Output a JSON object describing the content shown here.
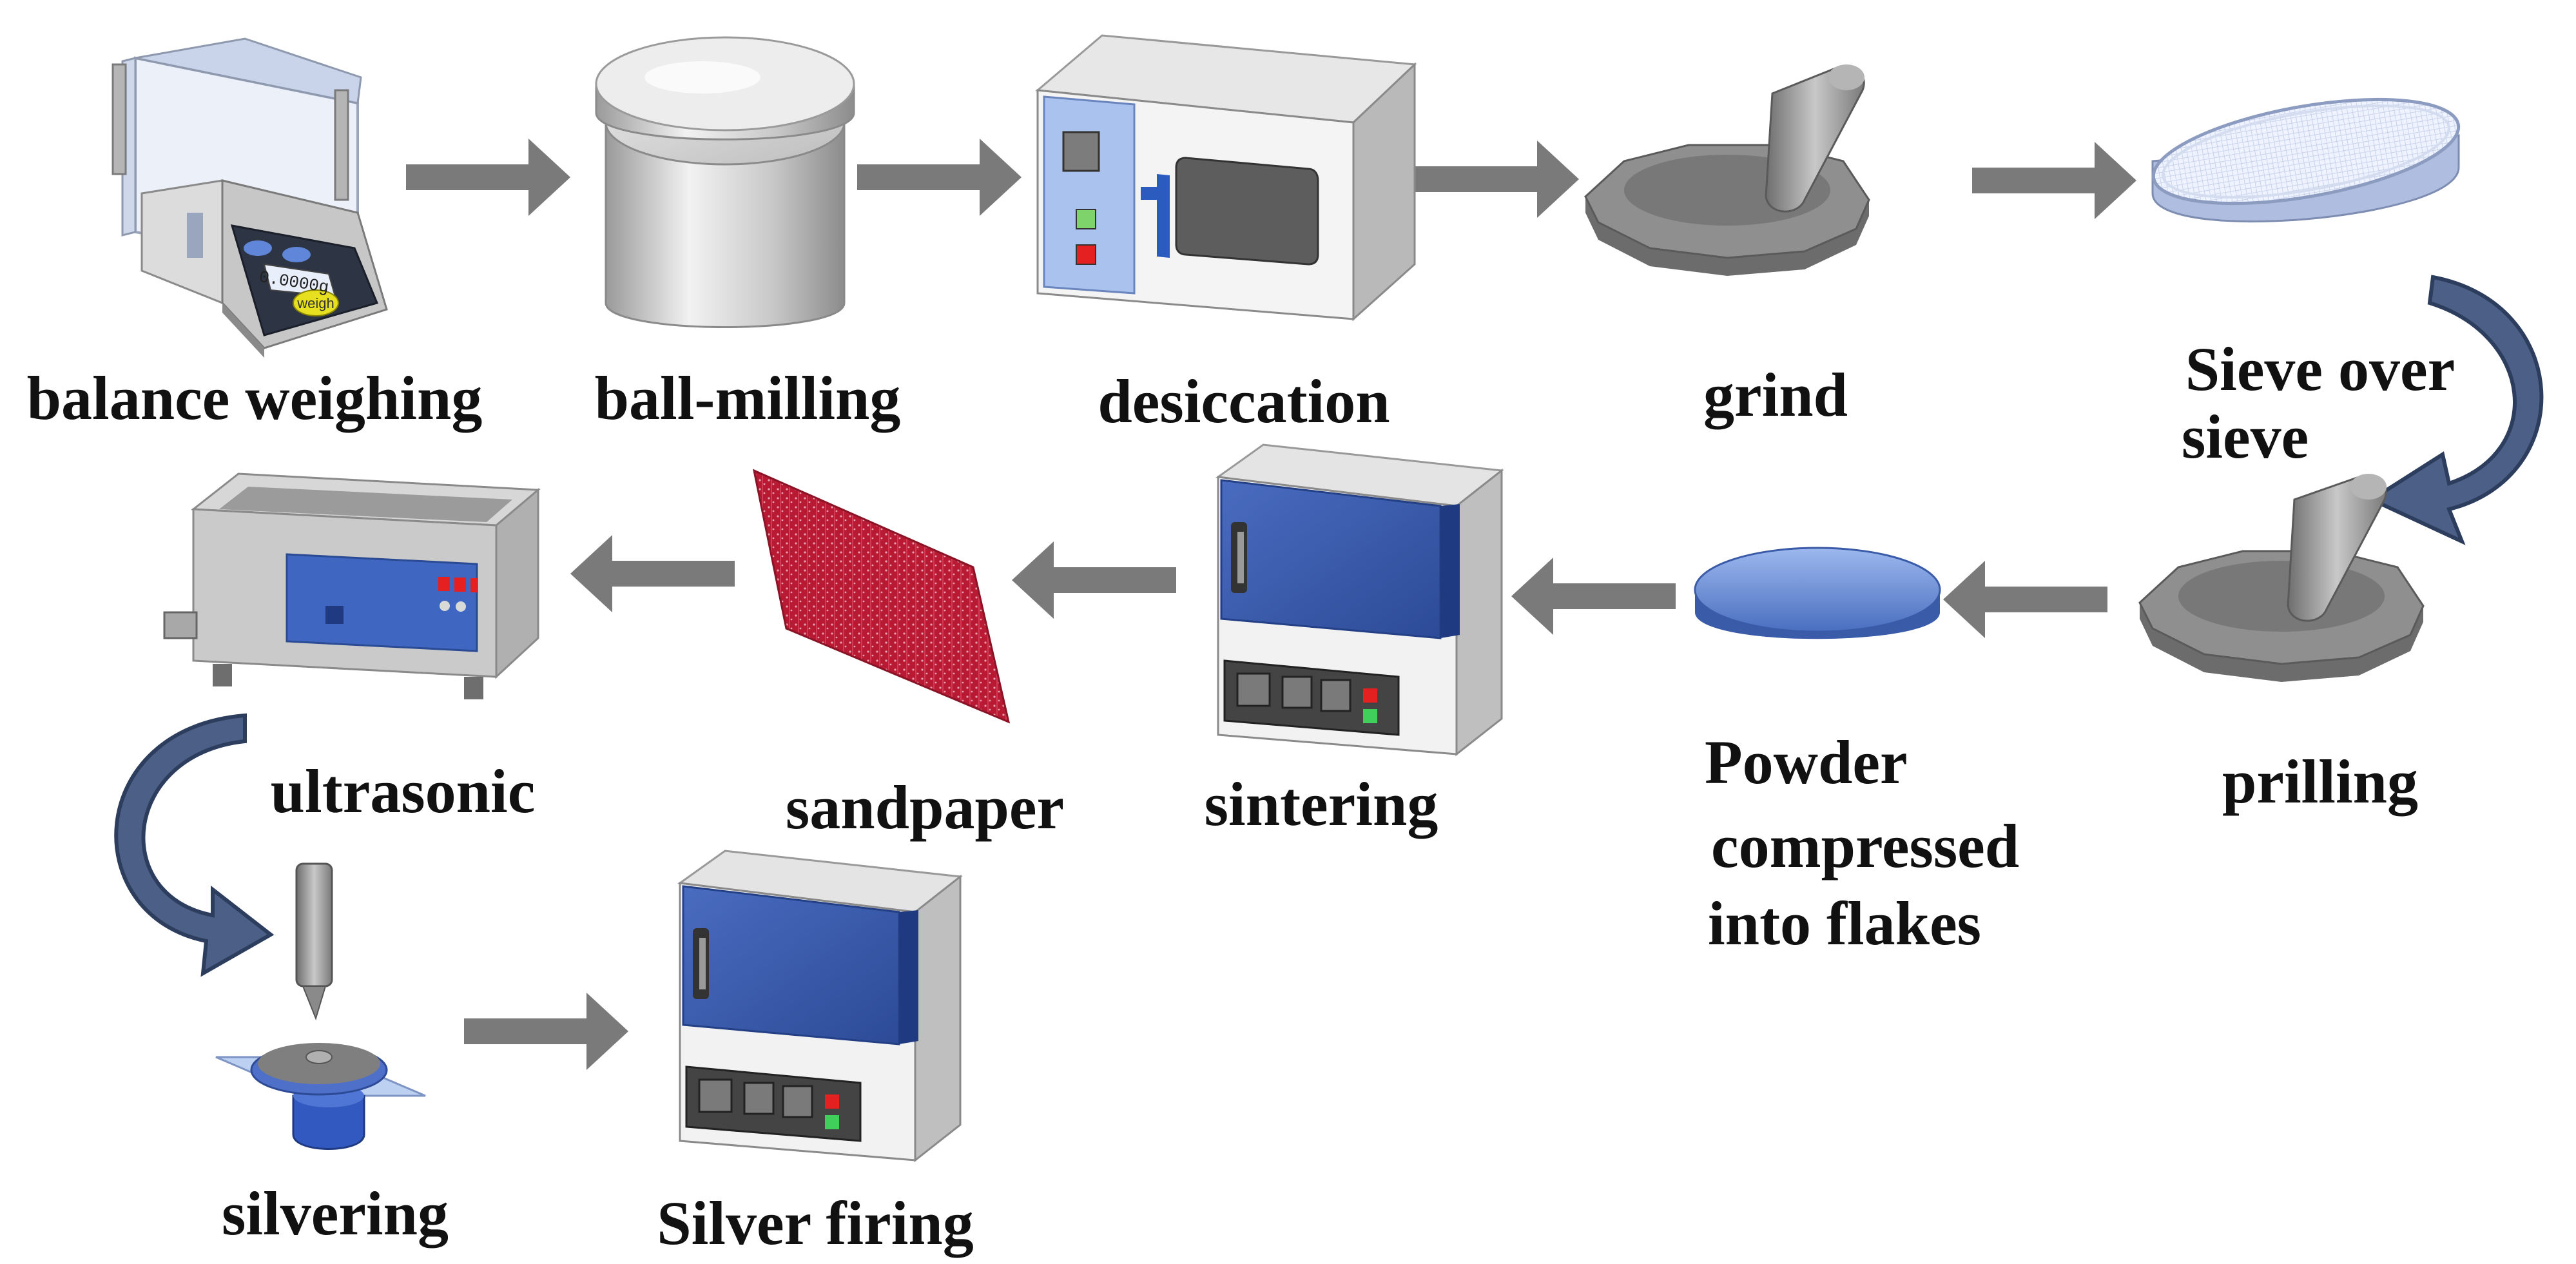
{
  "steps": {
    "balance_weighing": "balance weighing",
    "ball_milling": "ball-milling",
    "desiccation": "desiccation",
    "grind": "grind",
    "sieve_line1": "Sieve over",
    "sieve_line2": "sieve",
    "prilling": "prilling",
    "powder_line1": "Powder",
    "powder_line2": "compressed",
    "powder_line3": "into flakes",
    "sintering": "sintering",
    "sandpaper": "sandpaper",
    "ultrasonic": "ultrasonic",
    "silvering": "silvering",
    "silver_firing": "Silver firing"
  },
  "balance_display": "0.0000g",
  "balance_button": "weigh",
  "colors": {
    "arrow": "#7a7a7a",
    "curved_arrow": "#34466a",
    "furnace_blue": "#3a5aa8",
    "sandpaper_red": "#c41e3a",
    "mortar_gray": "#8a8a8a"
  }
}
